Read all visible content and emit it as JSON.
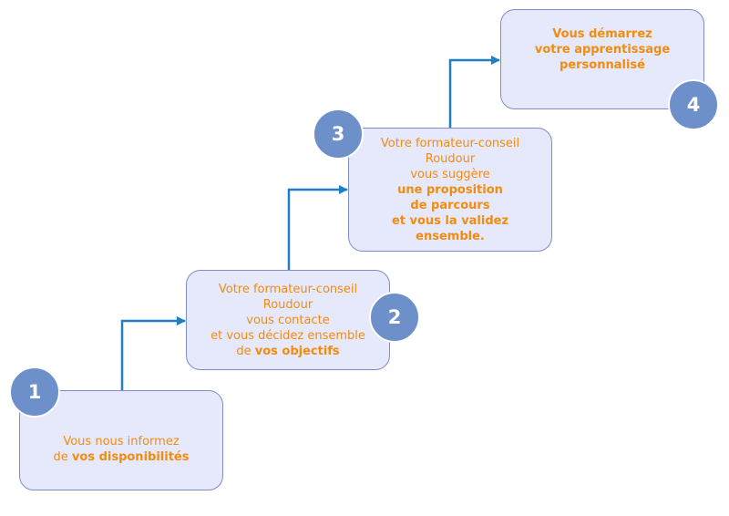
{
  "steps": [
    {
      "number": "1",
      "lines": [
        {
          "pre": "Vous nous informez",
          "bold": ""
        },
        {
          "pre": "de ",
          "bold": "vos disponibilités"
        }
      ]
    },
    {
      "number": "2",
      "lines": [
        {
          "pre": "Votre formateur-conseil",
          "bold": ""
        },
        {
          "pre": "Roudour",
          "bold": ""
        },
        {
          "pre": "vous contacte",
          "bold": ""
        },
        {
          "pre": "et vous décidez ensemble",
          "bold": ""
        },
        {
          "pre": "de ",
          "bold": "vos objectifs"
        }
      ]
    },
    {
      "number": "3",
      "lines": [
        {
          "pre": "Votre formateur-conseil",
          "bold": ""
        },
        {
          "pre": "Roudour",
          "bold": ""
        },
        {
          "pre": "vous suggère",
          "bold": ""
        },
        {
          "pre": "",
          "bold": "une proposition"
        },
        {
          "pre": "",
          "bold": "de parcours"
        },
        {
          "pre": "",
          "bold": "et vous la validez"
        },
        {
          "pre": "",
          "bold": "ensemble."
        }
      ]
    },
    {
      "number": "4",
      "lines": [
        {
          "pre": "",
          "bold": "Vous démarrez"
        },
        {
          "pre": "",
          "bold": "votre apprentissage"
        },
        {
          "pre": "",
          "bold": "personnalisé"
        }
      ]
    }
  ],
  "colors": {
    "text": "#f28c0f",
    "box_fill": "#e6e8fb",
    "box_border": "#7f8ccc",
    "badge": "#6d8fca",
    "arrow": "#1f7fc4"
  }
}
